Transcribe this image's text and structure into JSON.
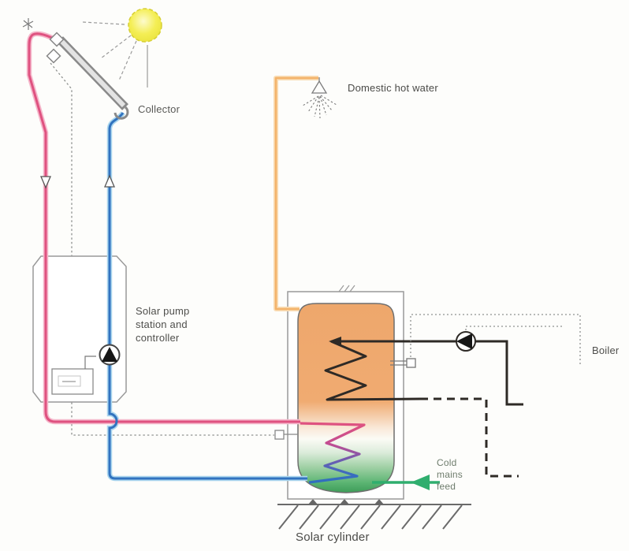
{
  "labels": {
    "collector": "Collector",
    "domestic_hot_water": "Domestic hot water",
    "pump_station": "Solar pump\nstation and\ncontroller",
    "boiler": "Boiler",
    "cold_mains_feed": "Cold\nmains\nfeed",
    "solar_cylinder": "Solar cylinder"
  },
  "colors": {
    "solar_flow": "#df5280",
    "solar_flow_halo": "#f5b8cb",
    "solar_return": "#3173bf",
    "solar_return_halo": "#abd6ee",
    "dhw_pipe": "#f3b269",
    "dhw_pipe_halo": "#f9dcb4",
    "cold_mains": "#2fae6e",
    "boiler_circuit": "#2e2a26",
    "sensor_wire": "#8f9290",
    "outline_grey": "#999999",
    "tank_hot": "#efa76d",
    "tank_cold": "#44a35f",
    "sun_fill": "#f0e93e",
    "text": "#4f4f4c"
  }
}
